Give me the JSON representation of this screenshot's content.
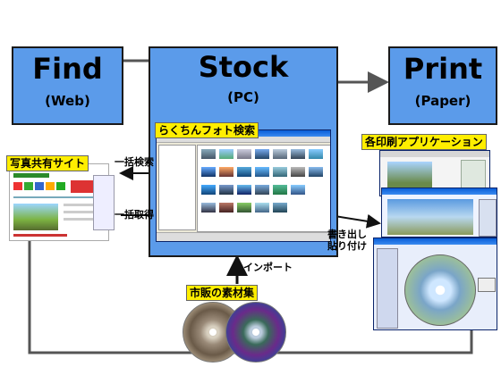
{
  "blocks": {
    "find": {
      "title": "Find",
      "sub": "(Web)"
    },
    "stock": {
      "title": "Stock",
      "sub": "(PC)"
    },
    "print": {
      "title": "Print",
      "sub": "(Paper)"
    }
  },
  "labels": {
    "photo_sharing": "写真共有サイト",
    "rakuchin_search": "らくちんフォト検索",
    "print_apps": "各印刷アプリケーション",
    "material_collection": "市販の素材集"
  },
  "annotations": {
    "bulk_search": "一括検索",
    "bulk_get": "一括取得",
    "write_out": "書き出し",
    "paste": "貼り付け",
    "import": "インポート"
  },
  "colors": {
    "block_fill": "#5b9bea",
    "label_fill": "#ffee00",
    "connector": "#555555"
  },
  "icons": [
    "arrow-left-icon",
    "arrow-right-icon",
    "arrow-up-icon"
  ]
}
